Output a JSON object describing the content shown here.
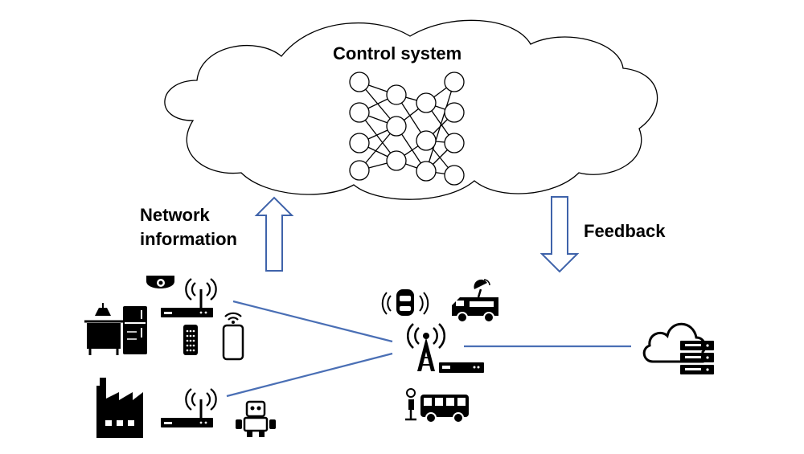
{
  "cloud": {
    "title": "Control system"
  },
  "labels": {
    "network_information_line1": "Network",
    "network_information_line2": "information",
    "feedback": "Feedback"
  },
  "colors": {
    "link": "#4a6fb5",
    "arrow": "#3f63aa",
    "ink": "#000000"
  },
  "icons": {
    "left_cluster_top": [
      "dome-camera-icon",
      "wifi-router-icon",
      "desk-lamp-icon",
      "refrigerator-icon",
      "smart-speaker-icon",
      "smartphone-icon"
    ],
    "left_cluster_bottom": [
      "factory-icon",
      "wifi-router-icon",
      "robot-icon"
    ],
    "center_cluster": [
      "connected-car-icon",
      "satellite-van-icon",
      "cell-tower-icon",
      "base-station-unit-icon",
      "bus-stop-icon",
      "bus-icon"
    ],
    "right": [
      "cloud-server-icon"
    ]
  }
}
